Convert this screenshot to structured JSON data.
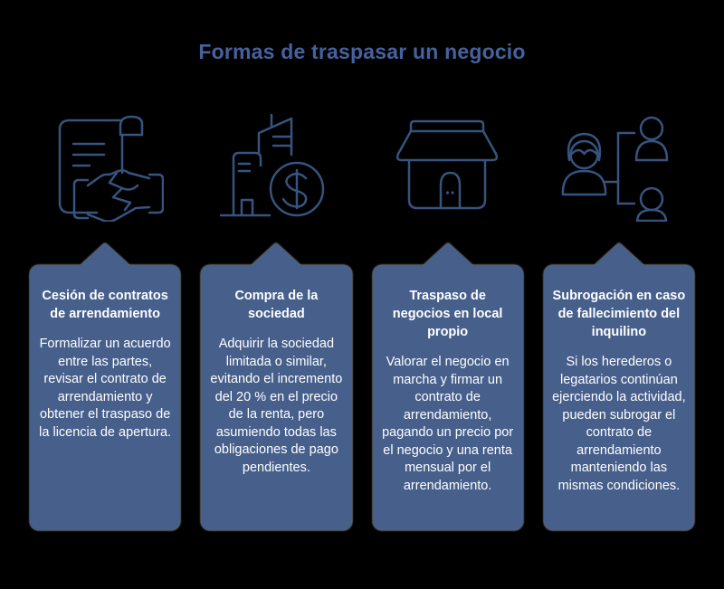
{
  "title": "Formas de traspasar un negocio",
  "colors": {
    "background": "#000000",
    "card_fill": "#465f8b",
    "card_outline": "#ffffff",
    "title_text": "#45629e",
    "card_text": "#ffffff",
    "icon_stroke": "#36547f"
  },
  "columns": [
    {
      "icon": "contract-handshake-icon",
      "title": "Cesión de contratos de arrendamiento",
      "body": "Formalizar un acuerdo entre las partes, revisar el contrato de arrendamiento y obtener el traspaso de la licencia de apertura."
    },
    {
      "icon": "company-money-icon",
      "title": "Compra de la sociedad",
      "body": "Adquirir la sociedad limitada o similar, evitando el incremento del 20 % en el precio de la renta, pero asumiendo todas las obligaciones de pago pendientes."
    },
    {
      "icon": "storefront-icon",
      "title": "Traspaso de negocios en local propio",
      "body": "Valorar el negocio en marcha y firmar un contrato de arrendamiento, pagando un precio por el negocio y una renta mensual por el arrendamiento."
    },
    {
      "icon": "heirs-family-tree-icon",
      "title": "Subrogación en caso de fallecimiento del inquilino",
      "body": "Si los herederos o legatarios continúan ejerciendo la actividad, pueden subrogar el contrato de arrendamiento manteniendo las mismas condiciones."
    }
  ]
}
